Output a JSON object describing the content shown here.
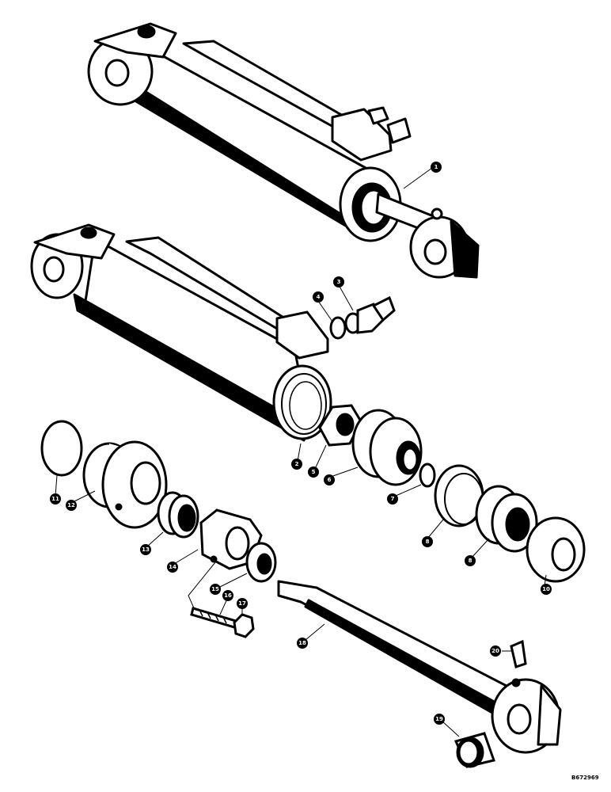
{
  "figure_id": "B672969",
  "callouts": [
    {
      "id": "c1",
      "label": "1"
    },
    {
      "id": "c2",
      "label": "2"
    },
    {
      "id": "c3",
      "label": "3"
    },
    {
      "id": "c4",
      "label": "4"
    },
    {
      "id": "c5",
      "label": "5"
    },
    {
      "id": "c6",
      "label": "6"
    },
    {
      "id": "c7",
      "label": "7"
    },
    {
      "id": "c8a",
      "label": "8"
    },
    {
      "id": "c8b",
      "label": "8"
    },
    {
      "id": "c10",
      "label": "10"
    },
    {
      "id": "c11",
      "label": "11"
    },
    {
      "id": "c12",
      "label": "12"
    },
    {
      "id": "c13",
      "label": "13"
    },
    {
      "id": "c14",
      "label": "14"
    },
    {
      "id": "c15",
      "label": "15"
    },
    {
      "id": "c16",
      "label": "16"
    },
    {
      "id": "c17",
      "label": "17"
    },
    {
      "id": "c18",
      "label": "18"
    },
    {
      "id": "c19",
      "label": "19"
    },
    {
      "id": "c20",
      "label": "20"
    }
  ]
}
